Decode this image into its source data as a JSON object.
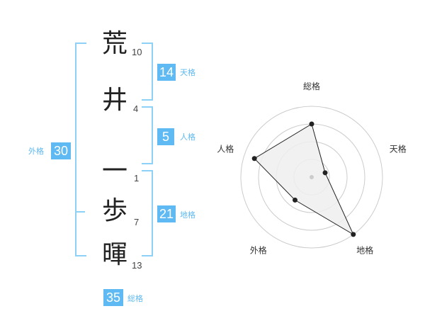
{
  "name_chars": [
    {
      "char": "荒",
      "strokes": "10"
    },
    {
      "char": "井",
      "strokes": "4"
    },
    {
      "char": "一",
      "strokes": "1"
    },
    {
      "char": "歩",
      "strokes": "7"
    },
    {
      "char": "暉",
      "strokes": "13"
    }
  ],
  "grids": {
    "tenkaku": {
      "value": "14",
      "label": "天格"
    },
    "jinkaku": {
      "value": "5",
      "label": "人格"
    },
    "chikaku": {
      "value": "21",
      "label": "地格"
    },
    "gaikaku": {
      "value": "30",
      "label": "外格"
    },
    "soukaku": {
      "value": "35",
      "label": "総格"
    }
  },
  "chart_data": {
    "type": "radar",
    "axes": [
      "総格",
      "天格",
      "地格",
      "外格",
      "人格"
    ],
    "values": [
      0.75,
      0.2,
      1.0,
      0.4,
      0.85
    ],
    "max": 1.0,
    "rings": 4,
    "colors": {
      "fill": "#eeeeee",
      "stroke": "#222222",
      "grid": "#cccccc"
    }
  }
}
